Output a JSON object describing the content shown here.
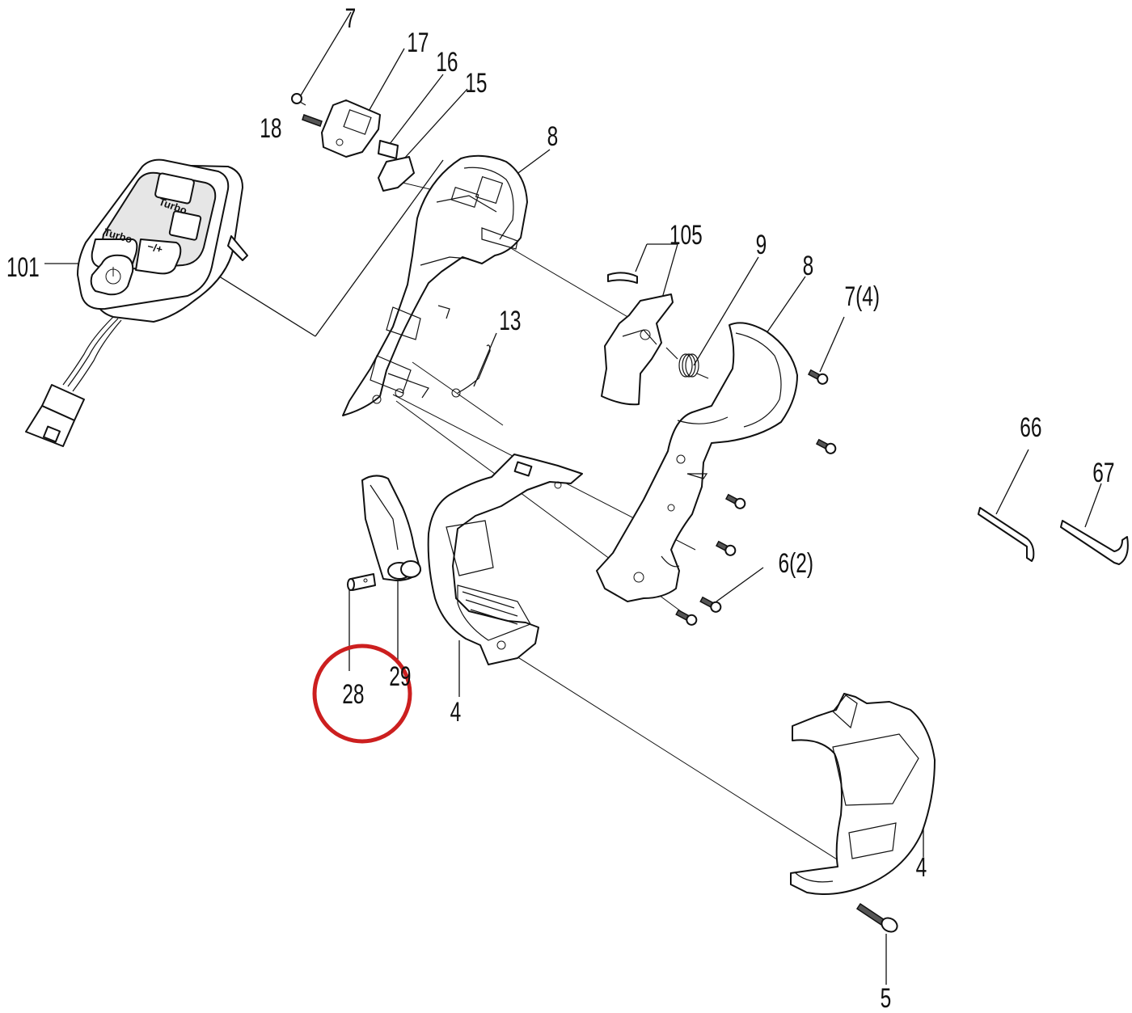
{
  "diagram": {
    "labels": {
      "p7": "7",
      "p17": "17",
      "p16": "16",
      "p15": "15",
      "p18": "18",
      "p8a": "8",
      "p101": "101",
      "p105": "105",
      "p9": "9",
      "p8b": "8",
      "p7x4": "7(4)",
      "p13": "13",
      "p66": "66",
      "p67": "67",
      "p6x2": "6(2)",
      "p28": "28",
      "p29": "29",
      "p4a": "4",
      "p4b": "4",
      "p5": "5"
    },
    "panel_text": {
      "turbo_top": "Turbo",
      "turbo_button": "Turbo",
      "speed_button": "−/+",
      "power_symbol": "⏻"
    },
    "highlight": {
      "target_part": "28",
      "color": "#cc1f1f"
    },
    "colors": {
      "line": "#111111",
      "background": "#ffffff"
    }
  }
}
